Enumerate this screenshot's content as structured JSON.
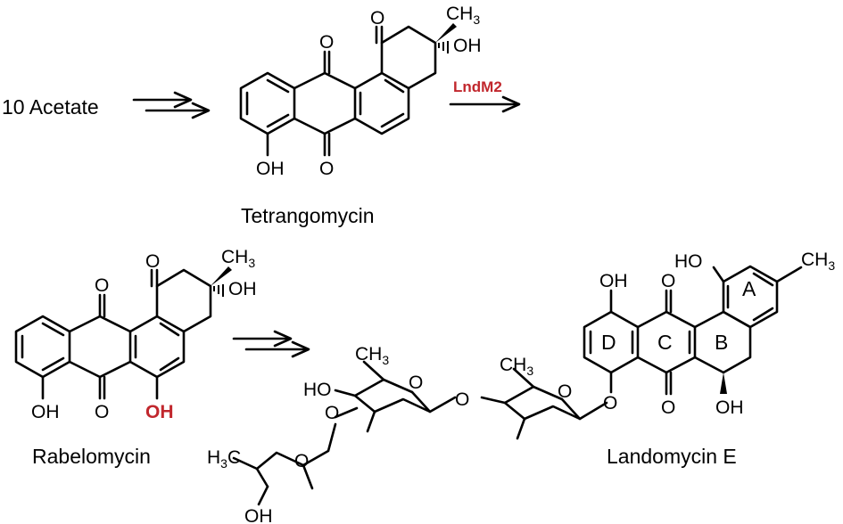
{
  "start": "10 Acetate",
  "compounds": {
    "tetrangomycin": "Tetrangomycin",
    "rabelomycin": "Rabelomycin",
    "landomycin": "Landomycin E"
  },
  "enzyme": "LndM2",
  "highlight_color": "#c1272d",
  "atoms": {
    "O": "O",
    "OH": "OH",
    "HO": "HO",
    "CH3": "CH",
    "sub3": "3",
    "H3C": "H",
    "C": "C",
    "sub3b": "3"
  },
  "rings": {
    "A": "A",
    "B": "B",
    "C": "C",
    "D": "D"
  }
}
